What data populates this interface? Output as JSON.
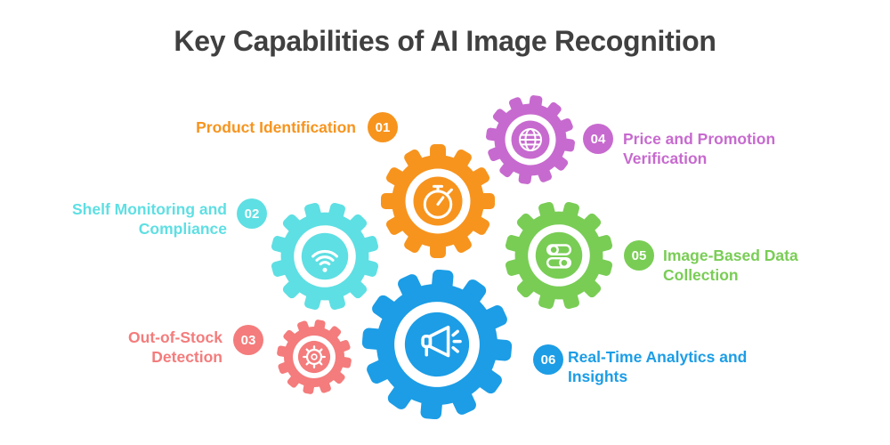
{
  "title": "Key Capabilities of AI Image Recognition",
  "colors": {
    "title": "#404040",
    "background": "#FFFFFF",
    "badge_text": "#FFFFFF",
    "icon_stroke": "#FFFFFF"
  },
  "items": [
    {
      "num": "01",
      "lines": [
        "Product Identification",
        ""
      ],
      "color": "#F7941E",
      "icon": "stopwatch-icon"
    },
    {
      "num": "02",
      "lines": [
        "Shelf Monitoring and",
        "Compliance"
      ],
      "color": "#5EDFE3",
      "icon": "wifi-icon"
    },
    {
      "num": "03",
      "lines": [
        "Out-of-Stock",
        "Detection"
      ],
      "color": "#F47C7C",
      "icon": "cog-icon"
    },
    {
      "num": "04",
      "lines": [
        "Price and Promotion",
        "Verification"
      ],
      "color": "#C76ACF",
      "icon": "globe-icon"
    },
    {
      "num": "05",
      "lines": [
        "Image-Based Data",
        "Collection"
      ],
      "color": "#79CD55",
      "icon": "toggles-icon"
    },
    {
      "num": "06",
      "lines": [
        "Real-Time Analytics and",
        "Insights"
      ],
      "color": "#1C9DE6",
      "icon": "megaphone-icon"
    }
  ]
}
